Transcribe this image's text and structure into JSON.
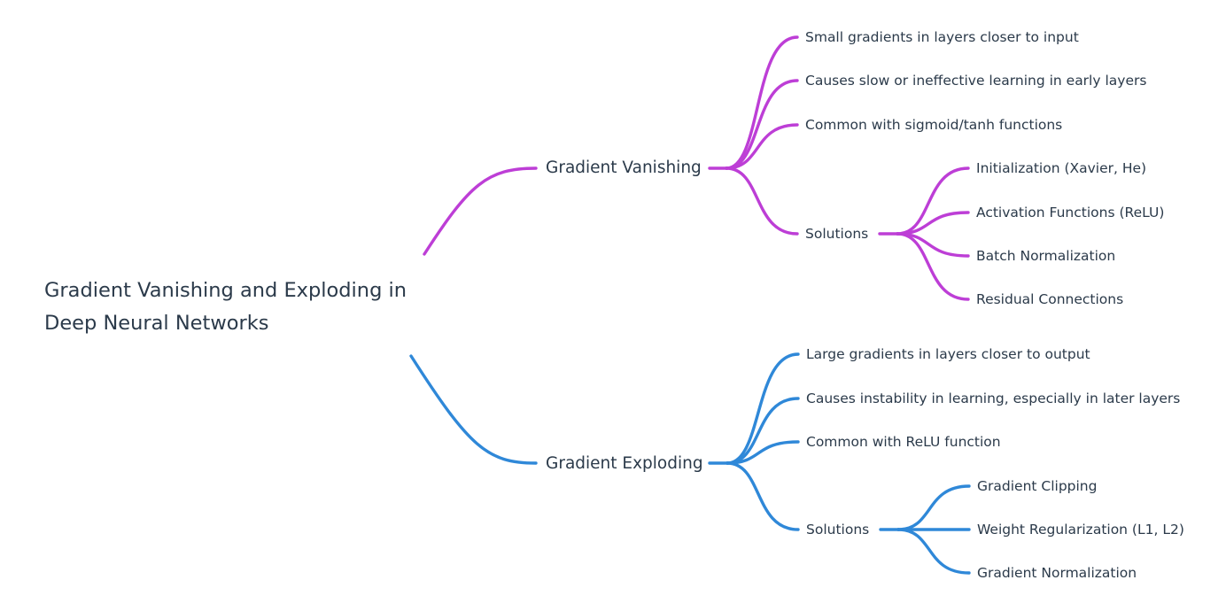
{
  "colors": {
    "vanishing": "#bd3ed6",
    "exploding": "#2f88d8",
    "text": "#2b3a4a"
  },
  "root": {
    "title": "Gradient Vanishing and Exploding in Deep Neural Networks"
  },
  "vanishing": {
    "label": "Gradient Vanishing",
    "items": [
      "Small gradients in layers closer to input",
      "Causes slow or ineffective learning in early layers",
      "Common with sigmoid/tanh functions"
    ],
    "solutions": {
      "label": "Solutions",
      "items": [
        "Initialization (Xavier, He)",
        "Activation Functions (ReLU)",
        "Batch Normalization",
        "Residual Connections"
      ]
    }
  },
  "exploding": {
    "label": "Gradient Exploding",
    "items": [
      "Large gradients in layers closer to output",
      "Causes instability in learning, especially in later layers",
      "Common with ReLU function"
    ],
    "solutions": {
      "label": "Solutions",
      "items": [
        "Gradient Clipping",
        "Weight Regularization (L1, L2)",
        "Gradient Normalization"
      ]
    }
  }
}
